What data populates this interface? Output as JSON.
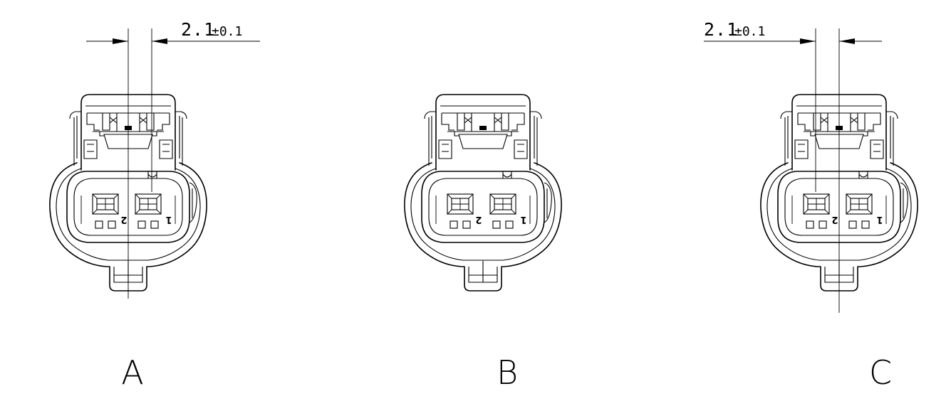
{
  "views": [
    {
      "id": "A",
      "label": "A",
      "dimension": "2.1",
      "tolerance": "±0.1",
      "pin_labels": [
        "2",
        "1"
      ],
      "has_dimension": true
    },
    {
      "id": "B",
      "label": "B",
      "dimension": "",
      "tolerance": "",
      "pin_labels": [
        "2",
        "1"
      ],
      "has_dimension": false
    },
    {
      "id": "C",
      "label": "C",
      "dimension": "2.1",
      "tolerance": "±0.1",
      "pin_labels": [
        "2",
        "1"
      ],
      "has_dimension": true
    }
  ]
}
